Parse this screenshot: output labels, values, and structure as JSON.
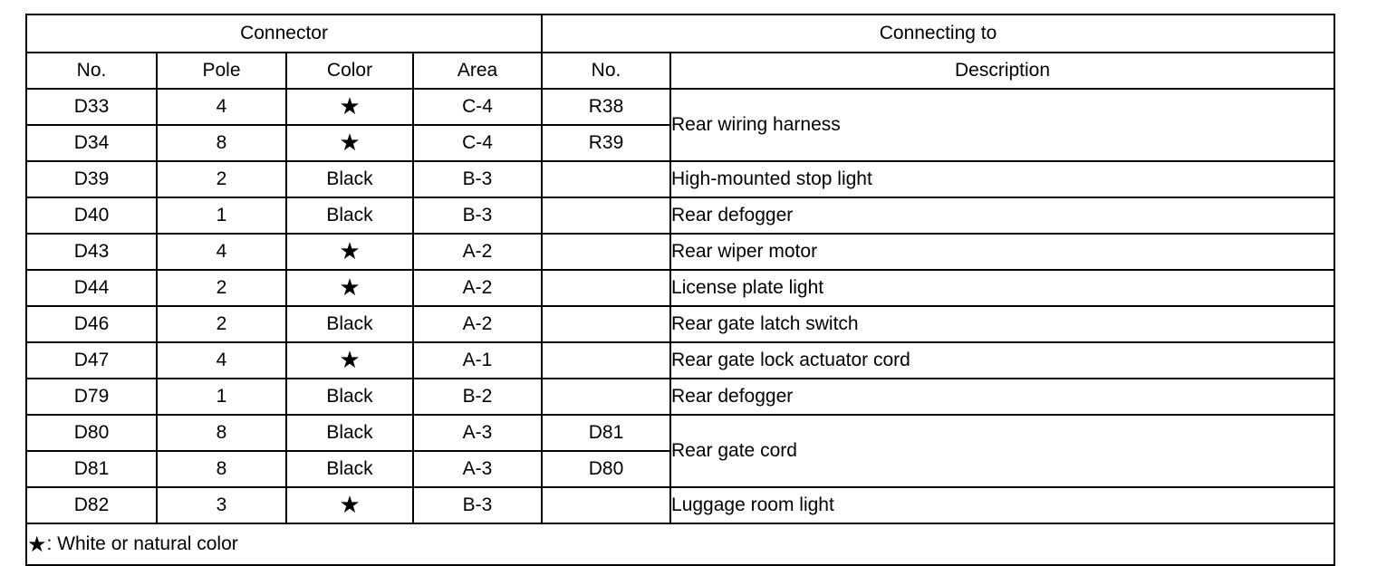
{
  "table": {
    "group_headers": [
      {
        "label": "Connector",
        "span": 4
      },
      {
        "label": "Connecting to",
        "span": 2
      }
    ],
    "column_headers": [
      "No.",
      "Pole",
      "Color",
      "Area",
      "No.",
      "Description"
    ],
    "star_glyph": "★",
    "rows": [
      {
        "no": "D33",
        "pole": "4",
        "color": "★",
        "color_is_star": true,
        "area": "C-4",
        "connect_no": "R38",
        "description": "Rear wiring harness",
        "desc_rowspan": 2
      },
      {
        "no": "D34",
        "pole": "8",
        "color": "★",
        "color_is_star": true,
        "area": "C-4",
        "connect_no": "R39",
        "description": "",
        "desc_rowspan": 0
      },
      {
        "no": "D39",
        "pole": "2",
        "color": "Black",
        "color_is_star": false,
        "area": "B-3",
        "connect_no": "",
        "description": "High-mounted stop light",
        "desc_rowspan": 1
      },
      {
        "no": "D40",
        "pole": "1",
        "color": "Black",
        "color_is_star": false,
        "area": "B-3",
        "connect_no": "",
        "description": "Rear defogger",
        "desc_rowspan": 1
      },
      {
        "no": "D43",
        "pole": "4",
        "color": "★",
        "color_is_star": true,
        "area": "A-2",
        "connect_no": "",
        "description": "Rear wiper motor",
        "desc_rowspan": 1
      },
      {
        "no": "D44",
        "pole": "2",
        "color": "★",
        "color_is_star": true,
        "area": "A-2",
        "connect_no": "",
        "description": "License plate light",
        "desc_rowspan": 1
      },
      {
        "no": "D46",
        "pole": "2",
        "color": "Black",
        "color_is_star": false,
        "area": "A-2",
        "connect_no": "",
        "description": "Rear gate latch switch",
        "desc_rowspan": 1
      },
      {
        "no": "D47",
        "pole": "4",
        "color": "★",
        "color_is_star": true,
        "area": "A-1",
        "connect_no": "",
        "description": "Rear gate lock actuator cord",
        "desc_rowspan": 1
      },
      {
        "no": "D79",
        "pole": "1",
        "color": "Black",
        "color_is_star": false,
        "area": "B-2",
        "connect_no": "",
        "description": "Rear defogger",
        "desc_rowspan": 1
      },
      {
        "no": "D80",
        "pole": "8",
        "color": "Black",
        "color_is_star": false,
        "area": "A-3",
        "connect_no": "D81",
        "description": "Rear gate cord",
        "desc_rowspan": 2
      },
      {
        "no": "D81",
        "pole": "8",
        "color": "Black",
        "color_is_star": false,
        "area": "A-3",
        "connect_no": "D80",
        "description": "",
        "desc_rowspan": 0
      },
      {
        "no": "D82",
        "pole": "3",
        "color": "★",
        "color_is_star": true,
        "area": "B-3",
        "connect_no": "",
        "description": "Luggage room light",
        "desc_rowspan": 1
      }
    ],
    "footnote": {
      "star": "★",
      "text": ": White or natural color"
    }
  },
  "colors": {
    "border": "#000000",
    "text": "#000000",
    "background": "#ffffff"
  }
}
